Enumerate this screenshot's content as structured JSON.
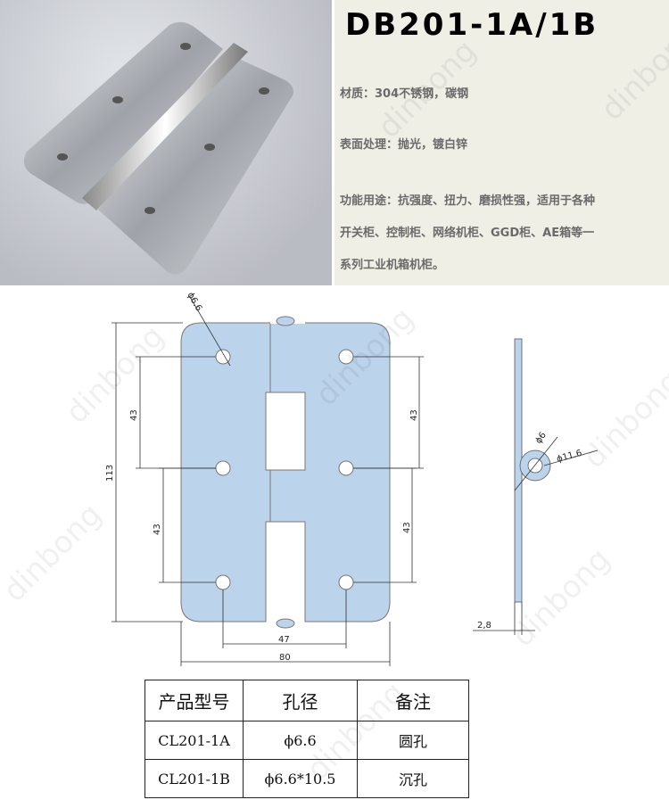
{
  "product": {
    "title": "DB201-1A/1B",
    "lines": [
      "材质：304不锈钢，碳钢",
      "表面处理：抛光，镀白锌",
      "功能用途：抗强度、扭力、磨损性强，适用于各种",
      "开关柜、控制柜、网络机柜、GGD柜、AE箱等一",
      "系列工业机箱机柜。"
    ]
  },
  "watermark": "dinbong",
  "drawing": {
    "hole_dia": "ϕ6.6",
    "height": "113",
    "pitch_left_1": "43",
    "pitch_left_2": "43",
    "pitch_right_1": "43",
    "pitch_right_2": "43",
    "hole_span": "47",
    "width": "80",
    "pin_dia": "ϕ6",
    "knuckle_dia": "ϕ11.6",
    "thickness": "2,8"
  },
  "table": {
    "headers": [
      "产品型号",
      "孔径",
      "备注"
    ],
    "rows": [
      [
        "CL201-1A",
        "ϕ6.6",
        "圆孔"
      ],
      [
        "CL201-1B",
        "ϕ6.6*10.5",
        "沉孔"
      ]
    ]
  },
  "colors": {
    "plate": "#bcd3ec",
    "info_bg": "#efefe6"
  }
}
